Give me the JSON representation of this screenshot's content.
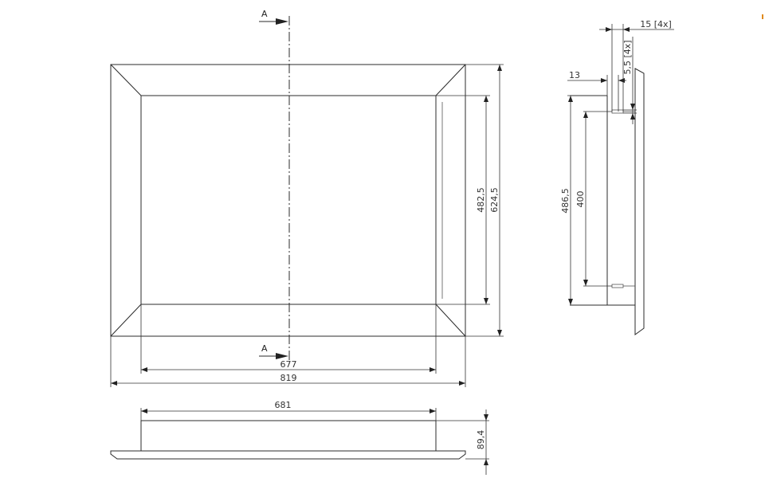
{
  "section_marks": {
    "top": "A",
    "bottom": "A"
  },
  "dimensions": {
    "inner_height": "482,5",
    "outer_height": "624,5",
    "inner_width": "677",
    "outer_width": "819",
    "bottom_view_width": "681",
    "depth": "89,4",
    "side_hole_spacing_outer": "486,5",
    "side_hole_spacing_inner": "400",
    "side_offset": "13",
    "side_hole_spacing_top": "15 [4x]",
    "side_hole_diameter": "5,5 [4x]"
  },
  "colors": {
    "line": "#2b2b2b",
    "accent": "#e08a1e"
  }
}
